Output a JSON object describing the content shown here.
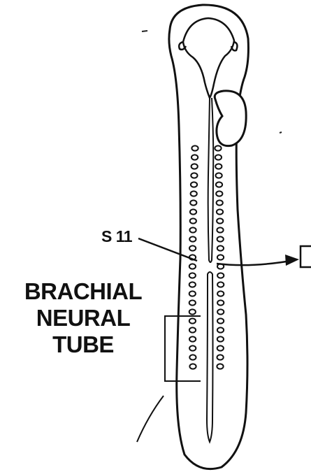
{
  "labels": {
    "somite": "S 11",
    "region_line1": "BRACHIAL",
    "region_line2": "NEURAL",
    "region_line3": "TUBE"
  }
}
